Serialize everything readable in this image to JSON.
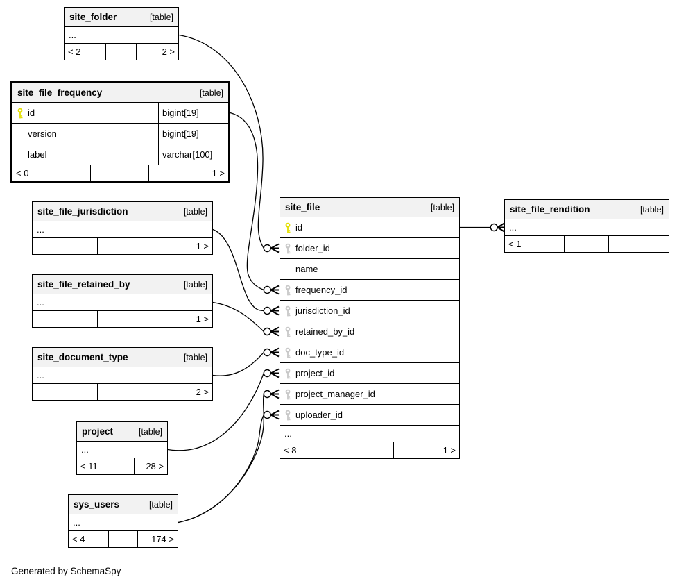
{
  "page": {
    "footer_note": "Generated by SchemaSpy"
  },
  "colors": {
    "table_header_bg": "#f2f2f2",
    "table_border": "#000000",
    "primary_key": "#e3df00",
    "foreign_key": "#c8c8c8",
    "edge": "#000000"
  },
  "tables": [
    {
      "title": "site_folder",
      "tag": "[table]",
      "ellipsis": "...",
      "footer": [
        "< 2",
        "",
        "2 >"
      ]
    },
    {
      "title": "site_file_frequency",
      "tag": "[table]",
      "columns": [
        {
          "name": "id",
          "type": "bigint[19]",
          "key": "primary"
        },
        {
          "name": "version",
          "type": "bigint[19]",
          "key": "none"
        },
        {
          "name": "label",
          "type": "varchar[100]",
          "key": "none"
        }
      ],
      "footer": [
        "< 0",
        "",
        "1 >"
      ]
    },
    {
      "title": "site_file_jurisdiction",
      "tag": "[table]",
      "ellipsis": "...",
      "footer": [
        "",
        "",
        "1 >"
      ]
    },
    {
      "title": "site_file_retained_by",
      "tag": "[table]",
      "ellipsis": "...",
      "footer": [
        "",
        "",
        "1 >"
      ]
    },
    {
      "title": "site_document_type",
      "tag": "[table]",
      "ellipsis": "...",
      "footer": [
        "",
        "",
        "2 >"
      ]
    },
    {
      "title": "project",
      "tag": "[table]",
      "ellipsis": "...",
      "footer": [
        "< 11",
        "",
        "28 >"
      ]
    },
    {
      "title": "sys_users",
      "tag": "[table]",
      "ellipsis": "...",
      "footer": [
        "< 4",
        "",
        "174 >"
      ]
    },
    {
      "title": "site_file",
      "tag": "[table]",
      "columns": [
        {
          "name": "id",
          "key": "primary"
        },
        {
          "name": "folder_id",
          "key": "foreign"
        },
        {
          "name": "name",
          "key": "none"
        },
        {
          "name": "frequency_id",
          "key": "foreign"
        },
        {
          "name": "jurisdiction_id",
          "key": "foreign"
        },
        {
          "name": "retained_by_id",
          "key": "foreign"
        },
        {
          "name": "doc_type_id",
          "key": "foreign"
        },
        {
          "name": "project_id",
          "key": "foreign"
        },
        {
          "name": "project_manager_id",
          "key": "foreign"
        },
        {
          "name": "uploader_id",
          "key": "foreign"
        }
      ],
      "ellipsis": "...",
      "footer": [
        "< 8",
        "",
        "1 >"
      ]
    },
    {
      "title": "site_file_rendition",
      "tag": "[table]",
      "ellipsis": "...",
      "footer": [
        "< 1",
        "",
        ""
      ]
    }
  ],
  "relationships": [
    {
      "from": "site_folder",
      "to": "site_file.folder_id"
    },
    {
      "from": "site_file_frequency.id",
      "to": "site_file.frequency_id"
    },
    {
      "from": "site_file_jurisdiction",
      "to": "site_file.jurisdiction_id"
    },
    {
      "from": "site_file_retained_by",
      "to": "site_file.retained_by_id"
    },
    {
      "from": "site_document_type",
      "to": "site_file.doc_type_id"
    },
    {
      "from": "project",
      "to": "site_file.project_id"
    },
    {
      "from": "sys_users",
      "to": "site_file.project_manager_id"
    },
    {
      "from": "sys_users",
      "to": "site_file.uploader_id"
    },
    {
      "from": "site_file.id",
      "to": "site_file_rendition"
    }
  ]
}
